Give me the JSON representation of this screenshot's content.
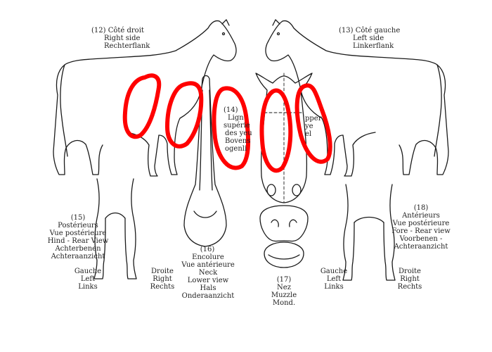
{
  "labels": {
    "right_side": [
      "(12)  Côté droit",
      "Right side",
      "Rechterflank"
    ],
    "left_side": [
      "(13) Côté gauche",
      "Left side",
      "Linkerflank"
    ],
    "upper_eyes": [
      "(14)",
      "Lign",
      "supérie",
      "des yeu",
      "Bovens",
      "ogenli"
    ],
    "upper_eyes_right": [
      "pper",
      "ye",
      "el"
    ],
    "posterior": [
      "(15)",
      "Postérieurs",
      "Vue postérieure",
      "Hind - Rear View",
      "Achterbenen",
      "Achteraanzicht"
    ],
    "rear_gauche": [
      "Gauche",
      "Left",
      "Links"
    ],
    "rear_droite": [
      "Droite",
      "Right",
      "Rechts"
    ],
    "neck": [
      "Encolure",
      "Vue antérieure",
      "Neck",
      "Lower view",
      "Hals",
      "Onderaanzicht"
    ],
    "neck_num": "(16)",
    "muzzle": [
      "(17)",
      "Nez",
      "Muzzle",
      "Mond."
    ],
    "anterior": [
      "(18)",
      "Antérieurs",
      "Vue postérieure",
      "Fore - Rear view",
      "Voorbenen -",
      "Achteraanzicht"
    ],
    "front_gauche": [
      "Gauche",
      "Left",
      "Links"
    ],
    "front_droite": [
      "Droite",
      "Right",
      "Rechts"
    ]
  },
  "colors": {
    "ink": "#1a1a1a",
    "marker": "#ff0000",
    "background": "#ffffff"
  }
}
